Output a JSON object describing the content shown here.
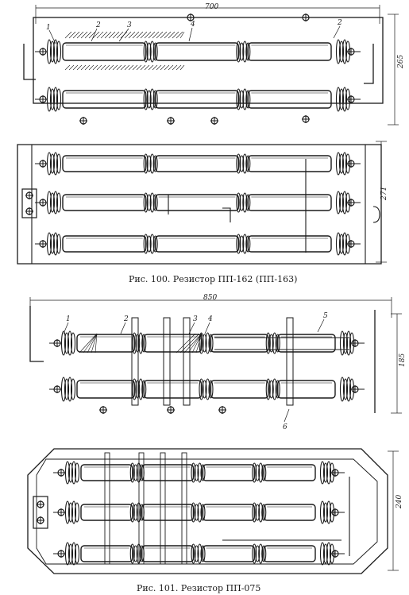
{
  "figure100": {
    "dim_width": "700",
    "dim_height_top": "265",
    "dim_height_bottom": "271",
    "callouts": [
      "1",
      "2",
      "3",
      "4",
      "2"
    ],
    "caption": "Рис. 100. Резистор ПП-162 (ПП-163)"
  },
  "figure101": {
    "dim_width": "850",
    "dim_height_top": "185",
    "dim_height_bottom": "240",
    "callouts": [
      "1",
      "2",
      "3",
      "4",
      "5",
      "6"
    ],
    "caption": "Рис. 101. Резистор ПП-075"
  }
}
